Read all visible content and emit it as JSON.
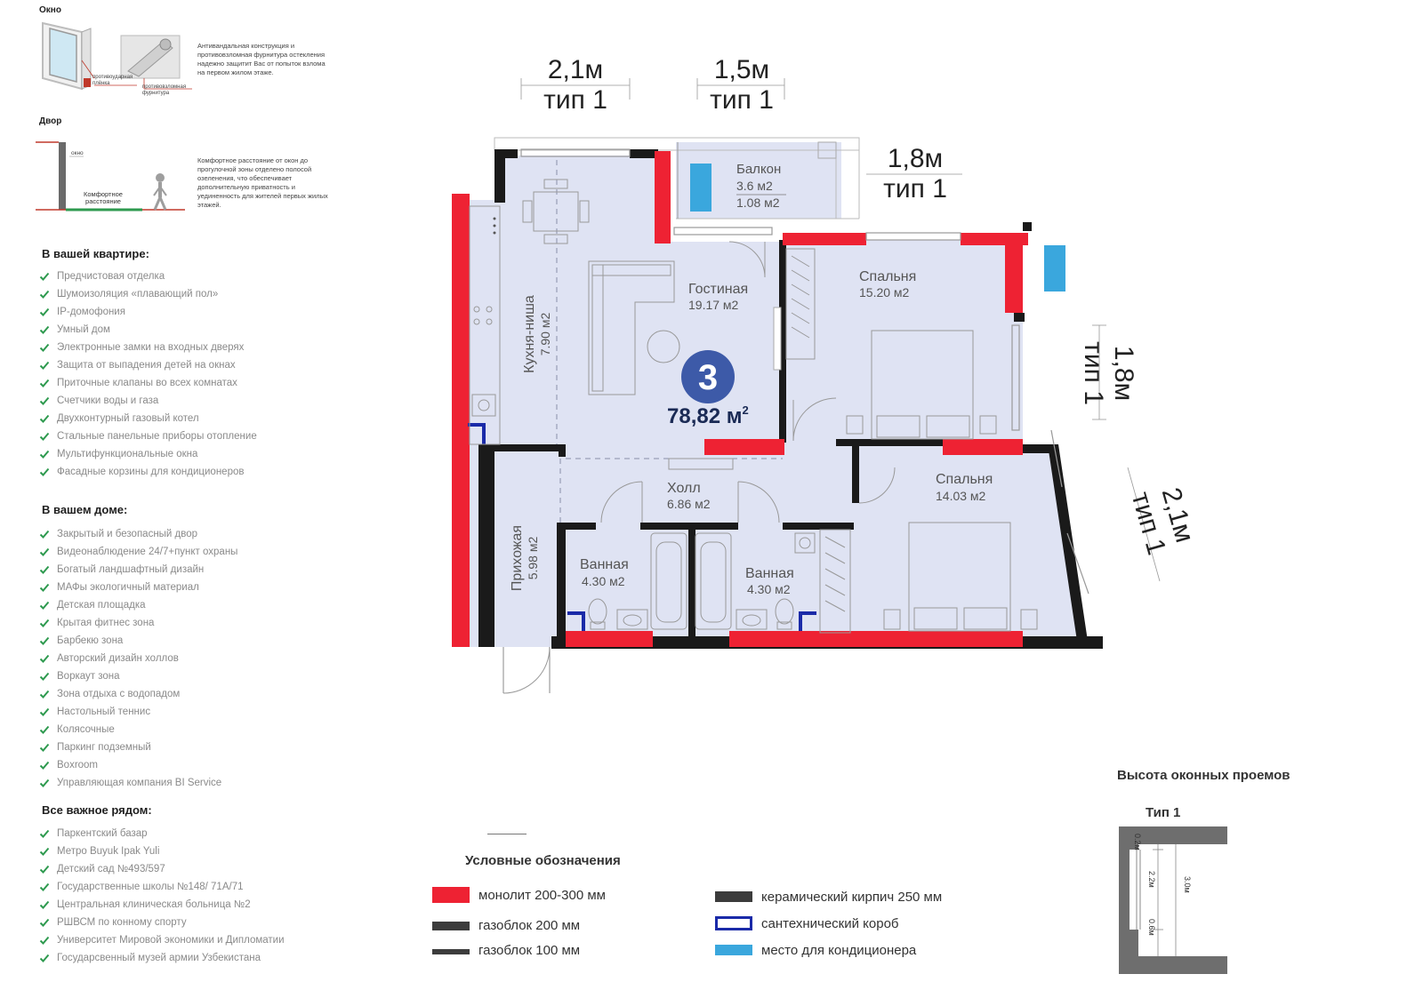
{
  "sidebar": {
    "window": {
      "title": "Окно",
      "label_film": "противоударная плёнка",
      "label_fittings": "противовзломная фурнитура",
      "description": "Антивандальная конструкция и противовзломная фурнитура остекления надежно защитит Вас от попыток взлома на первом жилом этаже."
    },
    "yard": {
      "title": "Двор",
      "label_window": "окно",
      "label_distance": "Комфортное расстояние",
      "description": "Комфортное расстояние от окон до прогулочной зоны отделено полосой озеленения, что обеспечивает дополнительную приватность и уединенность для жителей первых жилых этажей."
    },
    "apartment": {
      "title": "В вашей квартире:",
      "items": [
        "Предчистовая отделка",
        "Шумоизоляция «плавающий пол»",
        "IP-домофония",
        "Умный дом",
        "Электронные замки на входных дверях",
        "Защита от выпадения детей на окнах",
        "Приточные клапаны во всех комнатах",
        "Счетчики воды и газа",
        "Двухконтурный газовый котел",
        "Стальные панельные приборы отопление",
        "Мультифункциональные окна",
        "Фасадные корзины для кондиционеров"
      ]
    },
    "house": {
      "title": "В вашем доме:",
      "items": [
        "Закрытый и безопасный двор",
        "Видеонаблюдение 24/7+пункт охраны",
        "Богатый ландшафтный дизайн",
        "МАФы экологичный материал",
        "Детская площадка",
        "Крытая фитнес зона",
        "Барбекю зона",
        "Авторский дизайн холлов",
        "Воркаут зона",
        "Зона отдыха с водопадом",
        "Настольный теннис",
        "Колясочные",
        "Паркинг подземный",
        "Boxroom",
        "Управляющая компания BI Service"
      ]
    },
    "nearby": {
      "title": "Все важное рядом:",
      "items": [
        "Паркентский базар",
        "Метро Buyuk Ipak Yuli",
        "Детский сад №493/597",
        "Государственные школы №148/ 71А/71",
        "Центральная клиническая больница №2",
        "РШВСМ по конному спорту",
        "Университет Мировой экономики и Дипломатии",
        "Государсвенный музей армии Узбекистана"
      ]
    }
  },
  "plan": {
    "rooms_count": "3",
    "total_area": "78,82 м",
    "total_area_sup": "2",
    "rooms": [
      {
        "name": "Балкон",
        "area": "3.6 м2",
        "area2": "1.08 м2"
      },
      {
        "name": "Гостиная",
        "area": "19.17 м2"
      },
      {
        "name": "Спальня",
        "area": "15.20 м2"
      },
      {
        "name": "Кухня-ниша",
        "area": "7.90 м2"
      },
      {
        "name": "Холл",
        "area": "6.86 м2"
      },
      {
        "name": "Спальня",
        "area": "14.03 м2"
      },
      {
        "name": "Прихожая",
        "area": "5.98 м2"
      },
      {
        "name": "Ванная",
        "area": "4.30 м2"
      },
      {
        "name": "Ванная",
        "area": "4.30 м2"
      }
    ],
    "windows": [
      {
        "size": "2,1м",
        "type": "тип 1"
      },
      {
        "size": "1,5м",
        "type": "тип 1"
      },
      {
        "size": "1,8м",
        "type": "тип 1"
      },
      {
        "size": "1,8м",
        "type": "тип 1"
      },
      {
        "size": "2,1м",
        "type": "тип 1"
      }
    ]
  },
  "legend": {
    "title": "Условные обозначения",
    "items": [
      {
        "label": "монолит 200-300 мм",
        "color": "#ee2233"
      },
      {
        "label": "газоблок 200 мм",
        "color": "#3c3c3c"
      },
      {
        "label": "газоблок 100 мм",
        "color": "#3c3c3c"
      },
      {
        "label": "керамический кирпич 250 мм",
        "color": "#3c3c3c"
      },
      {
        "label": "сантехнический короб",
        "color": "#1a2aa8"
      },
      {
        "label": "место для кондиционера",
        "color": "#3aa7dd"
      }
    ]
  },
  "window_height": {
    "title": "Высота оконных проемов",
    "type_label": "Тип 1",
    "top": "0.2м",
    "middle": "2.2м",
    "bottom": "0.6м",
    "total": "3.0м"
  },
  "colors": {
    "monolith": "#ee2233",
    "wall": "#1a1a1a",
    "floor": "#dfe3f3",
    "badge": "#3d5aa8",
    "check": "#2e9a4f",
    "ac": "#3aa7dd",
    "duct": "#1a2aa8"
  }
}
